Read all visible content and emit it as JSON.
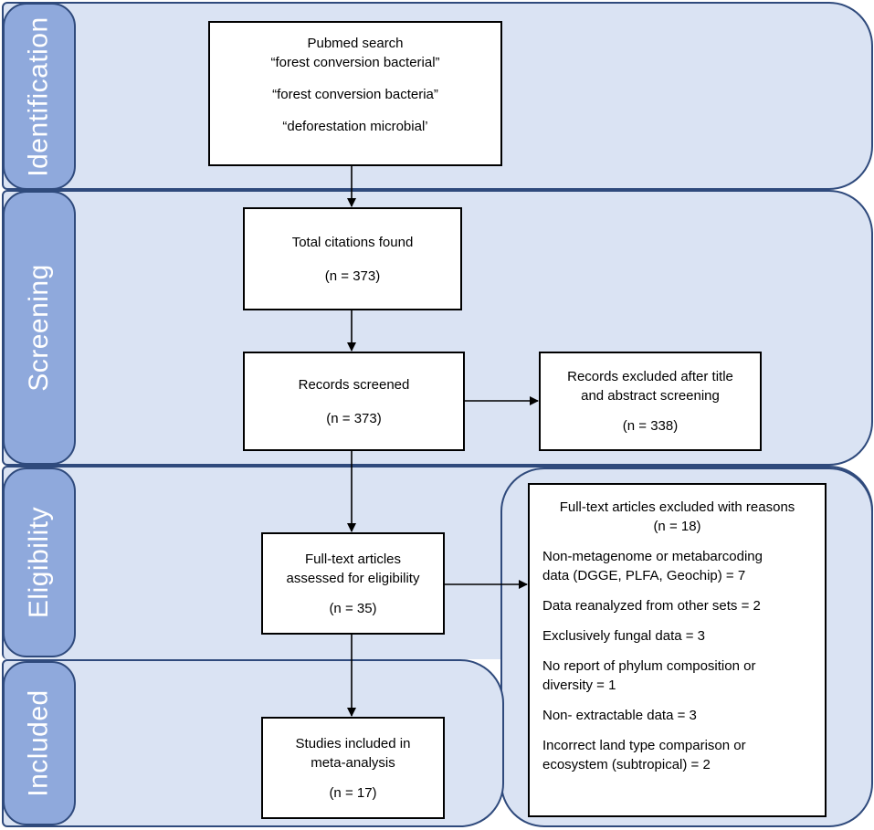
{
  "stages": {
    "identification": "Identification",
    "screening": "Screening",
    "eligibility": "Eligibility",
    "included": "Included"
  },
  "search_box": {
    "title": "Pubmed search",
    "query1": "“forest conversion bacterial”",
    "query2": "“forest conversion bacteria”",
    "query3": "“deforestation microbial’"
  },
  "total_box": {
    "label": "Total citations found",
    "count": "(n = 373)"
  },
  "screened_box": {
    "label": "Records screened",
    "count": "(n = 373)"
  },
  "excluded_screen_box": {
    "label_line1": "Records excluded after title",
    "label_line2": "and abstract screening",
    "count": "(n = 338)"
  },
  "fulltext_box": {
    "label_line1": "Full-text articles",
    "label_line2": "assessed for eligibility",
    "count": "(n = 35)"
  },
  "excluded_fulltext_box": {
    "title": "Full-text articles excluded with reasons",
    "count": "(n = 18)",
    "reasons": [
      {
        "line1": "Non-metagenome or metabarcoding",
        "line2": "data (DGGE, PLFA, Geochip) = 7"
      },
      {
        "line1": "Data reanalyzed from other sets = 2",
        "line2": ""
      },
      {
        "line1": "Exclusively fungal data = 3",
        "line2": ""
      },
      {
        "line1": "No report of phylum composition or",
        "line2": "diversity = 1"
      },
      {
        "line1": "Non- extractable data = 3",
        "line2": ""
      },
      {
        "line1": "Incorrect land type comparison or",
        "line2": "ecosystem (subtropical) = 2"
      }
    ]
  },
  "included_box": {
    "label_line1": "Studies included in",
    "label_line2": "meta-analysis",
    "count": "(n = 17)"
  },
  "colors": {
    "panel_fill": "#dae3f3",
    "tab_fill": "#8fa9dc",
    "border": "#2f4a7c",
    "box_border": "#000000"
  }
}
